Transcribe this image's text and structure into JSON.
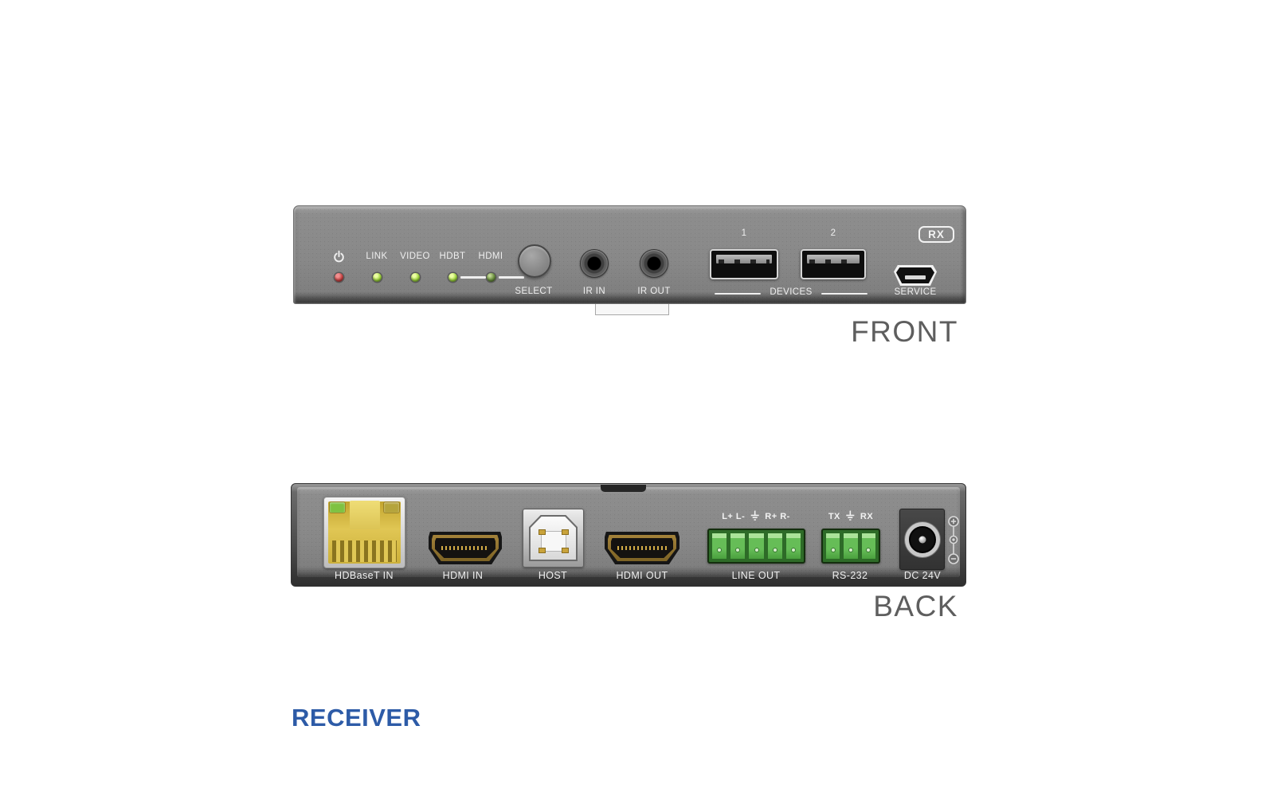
{
  "device": {
    "front": {
      "caption": "FRONT",
      "badge": "RX",
      "leds": [
        {
          "label": "LINK",
          "color": "green"
        },
        {
          "label": "VIDEO",
          "color": "green"
        },
        {
          "label": "HDBT",
          "color": "green"
        },
        {
          "label": "HDMI",
          "color": "dark-green"
        }
      ],
      "power_led_color": "red",
      "select_label": "SELECT",
      "ir_in_label": "IR IN",
      "ir_out_label": "IR OUT",
      "usb_port_1": "1",
      "usb_port_2": "2",
      "devices_label": "DEVICES",
      "service_label": "SERVICE"
    },
    "back": {
      "caption": "BACK",
      "hdbaset_label": "HDBaseT IN",
      "hdmi_in_label": "HDMI IN",
      "host_label": "HOST",
      "hdmi_out_label": "HDMI OUT",
      "line_out_label": "LINE OUT",
      "line_out_pins_left": "L+ L-",
      "line_out_pins_right": "R+ R-",
      "rs232_tx": "TX",
      "rs232_rx": "RX",
      "rs232_label": "RS-232",
      "dc_label": "DC 24V"
    },
    "footer_title": "RECEIVER"
  },
  "colors": {
    "accent_blue": "#2d5ba7",
    "caption_gray": "#5e5e5e",
    "panel_gray": "#888888",
    "phoenix_green": "#66bd57",
    "led_green": "#9ed23f",
    "led_red": "#c64343",
    "rj45_yellow": "#e0c654"
  }
}
